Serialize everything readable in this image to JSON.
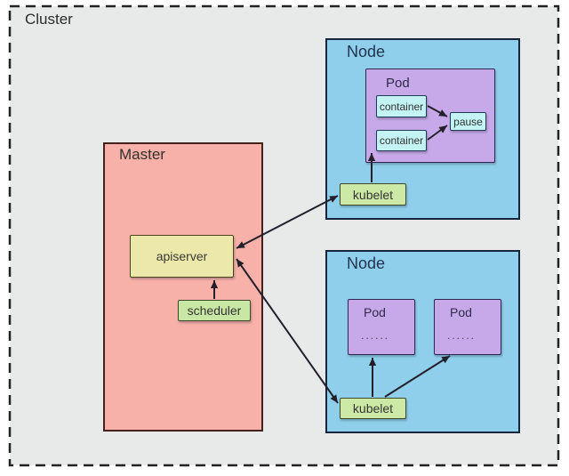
{
  "cluster": {
    "label": "Cluster"
  },
  "master": {
    "label": "Master",
    "apiserver_label": "apiserver",
    "scheduler_label": "scheduler"
  },
  "node_top": {
    "label": "Node",
    "pod": {
      "label": "Pod",
      "containers": [
        "container",
        "container"
      ],
      "pause_label": "pause"
    },
    "kubelet_label": "kubelet"
  },
  "node_bottom": {
    "label": "Node",
    "pods": [
      {
        "label": "Pod",
        "dots": "......"
      },
      {
        "label": "Pod",
        "dots": "......"
      }
    ],
    "kubelet_label": "kubelet"
  },
  "colors": {
    "cluster_fill": "#e8e9e9",
    "cluster_border": "#222222",
    "master_fill": "#f8b1a9",
    "node_fill": "#90cfeb",
    "pod_fill": "#c7a9e9",
    "container_fill": "#c4f3f3",
    "kubelet_fill": "#cde9a6",
    "apiserver_fill": "#ece8a9",
    "scheduler_fill": "#c9e7a4",
    "arrow": "#23202b"
  },
  "icons": {
    "arrowhead": "filled-triangle-arrowhead"
  }
}
